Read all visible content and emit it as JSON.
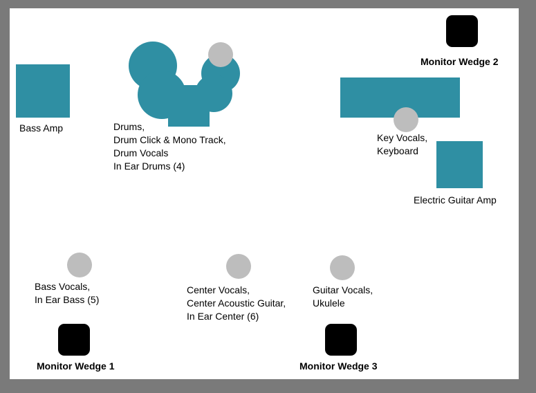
{
  "colors": {
    "frame": "#7a7a7a",
    "stage": "#ffffff",
    "equipment": "#2f8fa3",
    "microphone": "#bdbdbd",
    "monitor": "#000000"
  },
  "labels": {
    "bass_amp": "Bass Amp",
    "drums": [
      "Drums,",
      "Drum Click & Mono Track,",
      "Drum Vocals",
      "In Ear Drums (4)"
    ],
    "monitor_wedge_2": "Monitor Wedge 2",
    "key_vocals": [
      "Key Vocals,",
      "Keyboard"
    ],
    "electric_guitar_amp": "Electric Guitar Amp",
    "bass_vocals": [
      "Bass Vocals,",
      "In Ear Bass (5)"
    ],
    "center_vocals": [
      "Center Vocals,",
      "Center Acoustic Guitar,",
      "In Ear Center (6)"
    ],
    "guitar_vocals": [
      "Guitar Vocals,",
      "Ukulele"
    ],
    "monitor_wedge_1": "Monitor Wedge 1",
    "monitor_wedge_3": "Monitor Wedge 3"
  }
}
